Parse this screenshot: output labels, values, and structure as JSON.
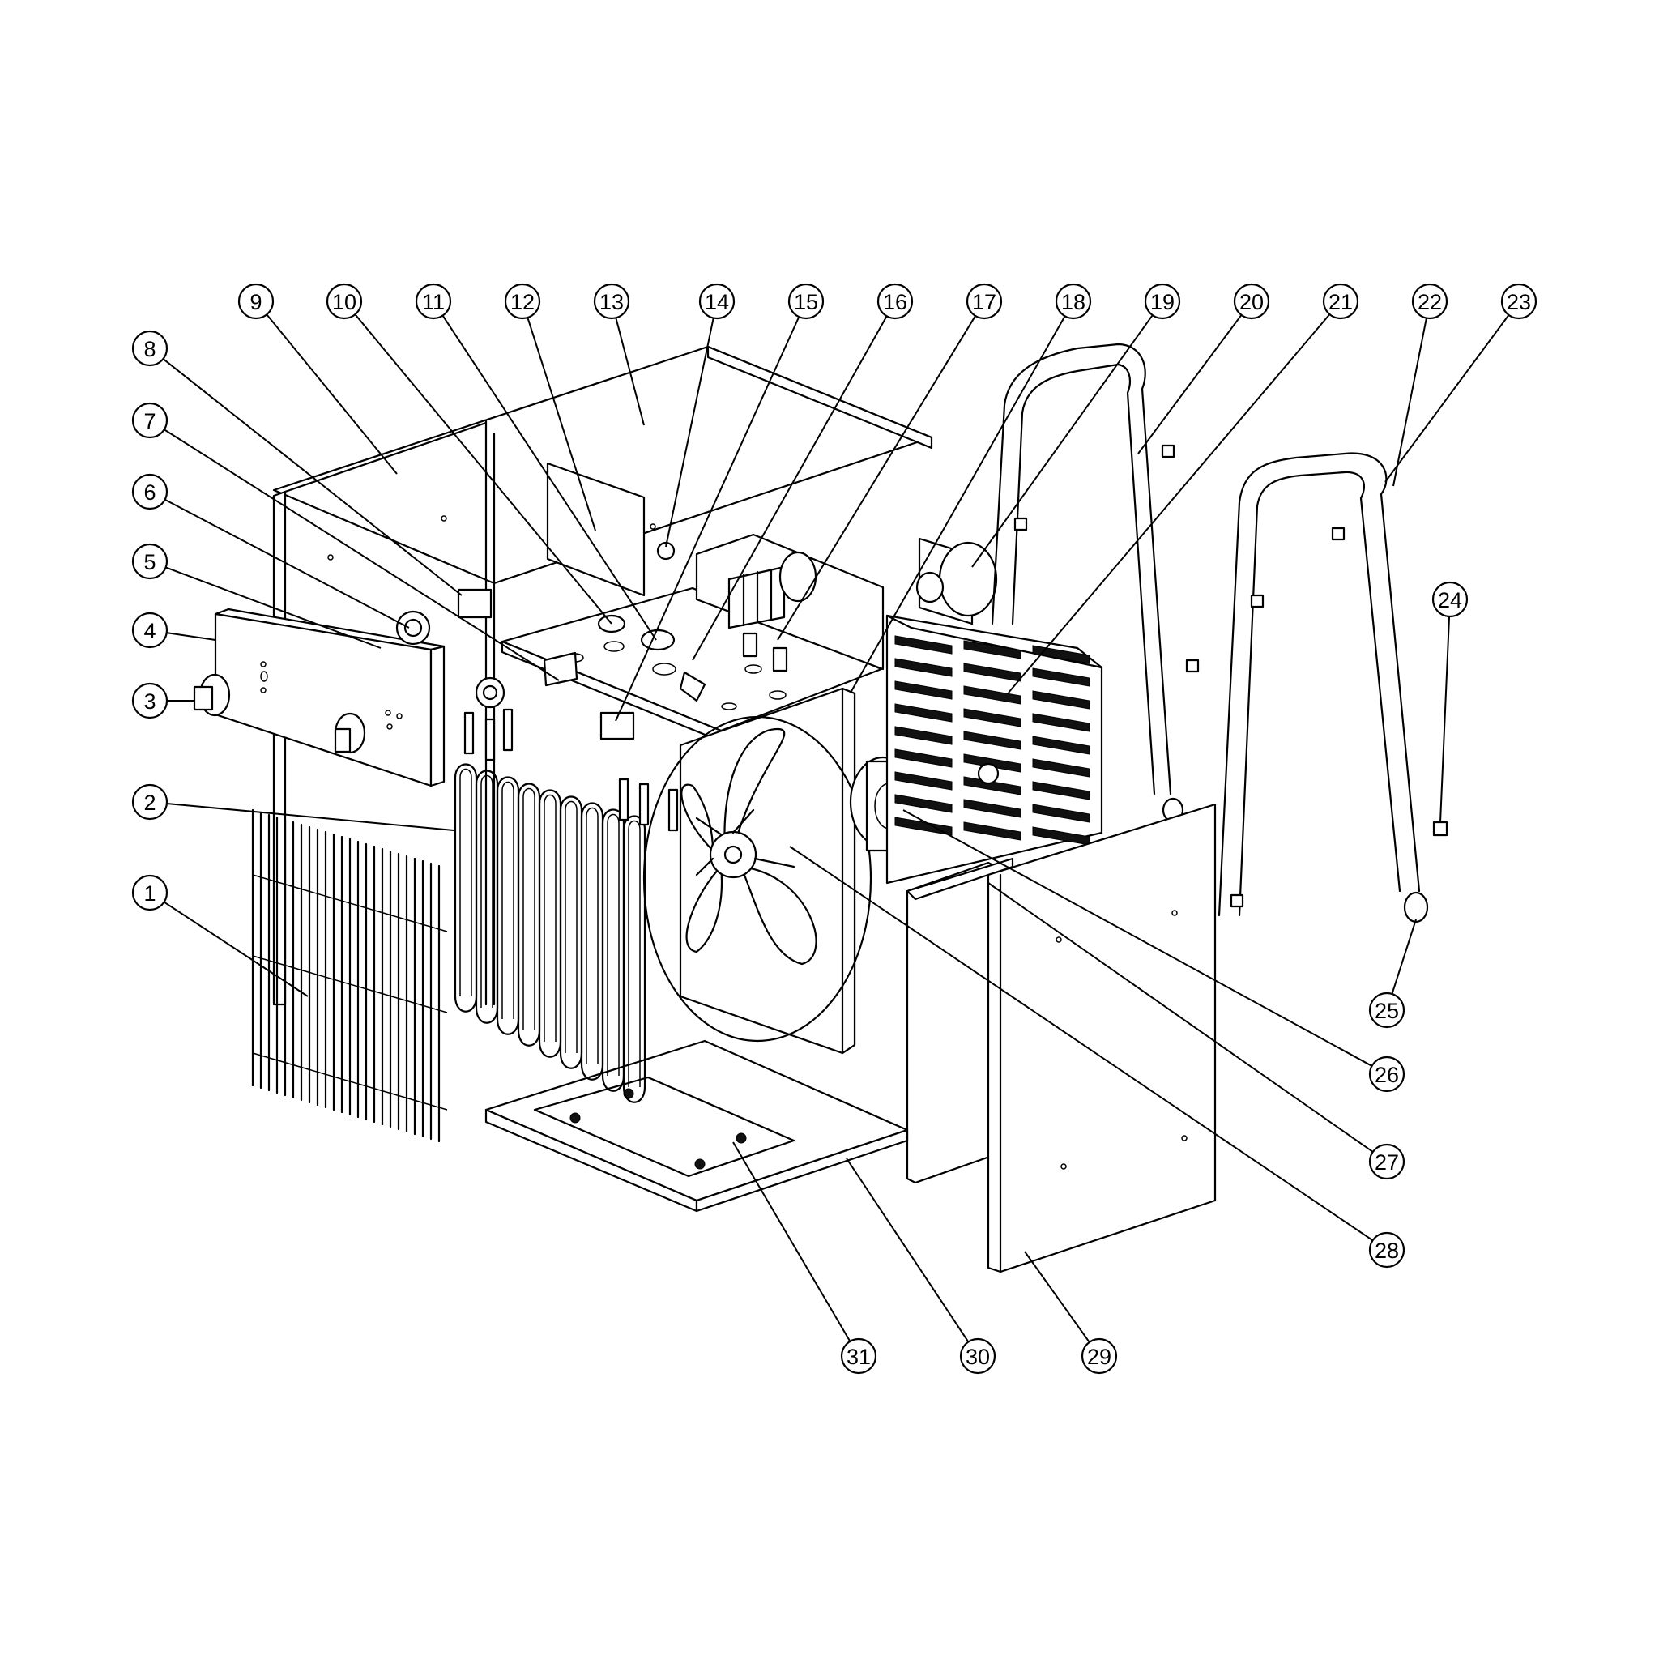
{
  "callouts": [
    {
      "label": "1"
    },
    {
      "label": "2"
    },
    {
      "label": "3"
    },
    {
      "label": "4"
    },
    {
      "label": "5"
    },
    {
      "label": "6"
    },
    {
      "label": "7"
    },
    {
      "label": "8"
    },
    {
      "label": "9"
    },
    {
      "label": "10"
    },
    {
      "label": "11"
    },
    {
      "label": "12"
    },
    {
      "label": "13"
    },
    {
      "label": "14"
    },
    {
      "label": "15"
    },
    {
      "label": "16"
    },
    {
      "label": "17"
    },
    {
      "label": "18"
    },
    {
      "label": "19"
    },
    {
      "label": "20"
    },
    {
      "label": "21"
    },
    {
      "label": "22"
    },
    {
      "label": "23"
    },
    {
      "label": "24"
    },
    {
      "label": "25"
    },
    {
      "label": "26"
    },
    {
      "label": "27"
    },
    {
      "label": "28"
    },
    {
      "label": "29"
    },
    {
      "label": "30"
    },
    {
      "label": "31"
    }
  ]
}
